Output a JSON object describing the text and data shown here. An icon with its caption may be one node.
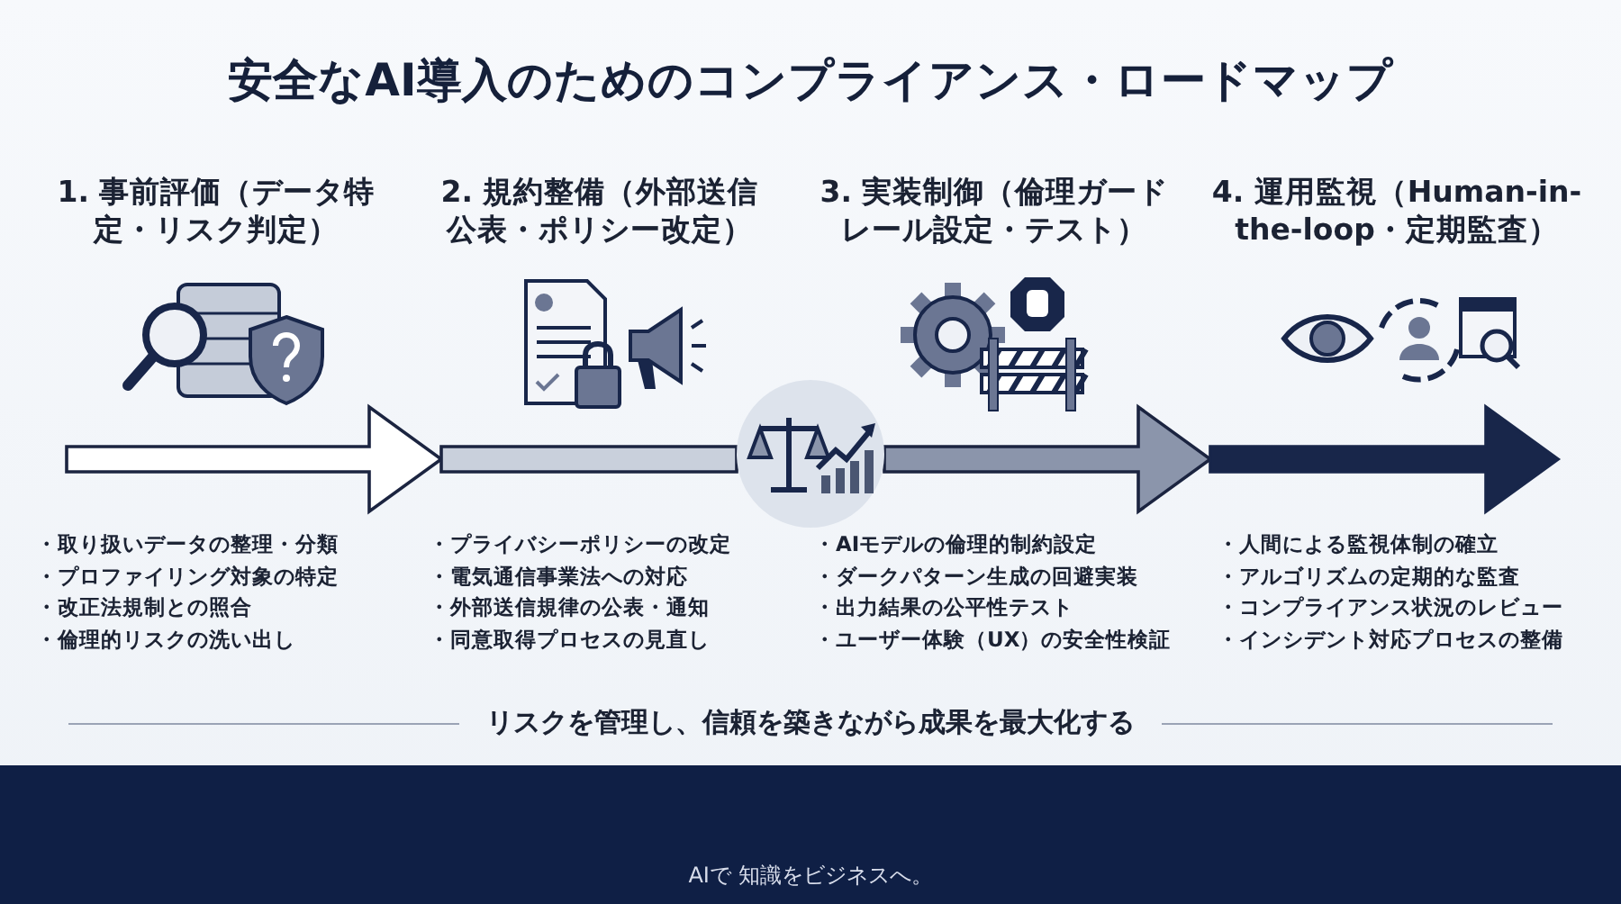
{
  "diagram": {
    "title": "安全なAI導入のためのコンプライアンス・ロードマップ",
    "caption": "リスクを管理し、信頼を築きながら成果を最大化する",
    "nodes": [
      {
        "text": [
          "1. 事前評価（データ特定・リスク判定）",
          "・取り扱いデータの整理・分類",
          "・プロファイリング対象の特定",
          "・改正法規制との照合",
          "・倫理的リスクの洗い出し"
        ]
      },
      {
        "text": [
          "2. 規約整備（外部送信公表・ポリシー改定）",
          "・プライバシーポリシーの改定",
          "・電気通信事業法への対応",
          "・外部送信規律の公表・通知",
          "・同意取得プロセスの見直し"
        ]
      },
      {
        "text": [
          "3. 実装制御（倫理ガードレール設定・テスト）",
          "・AIモデルの倫理的制約設定",
          "・ダークパターン生成の回避実装",
          "・出力結果の公平性テスト",
          "・ユーザー体験（UX）の安全性検証"
        ]
      },
      {
        "text": [
          "4. 運用監視（Human-in-the-loop・定期監査）",
          "・人間による監視体制の確立",
          "・アルゴリズムの定期的な監査",
          "・コンプライアンス状況のレビュー",
          "・インシデント対応プロセスの整備"
        ]
      },
      {
        "text": [],
        "shape": "circle"
      }
    ],
    "edges": [
      {
        "from": 0,
        "to": 1,
        "arrow": "to"
      },
      {
        "from": 1,
        "to": 4,
        "arrow": "none"
      },
      {
        "from": 4,
        "to": 3,
        "arrow": "to"
      },
      {
        "from": null,
        "to": 3,
        "arrow": "to"
      }
    ],
    "labels": [
      "AIで 知識をビジネスへ。"
    ]
  }
}
